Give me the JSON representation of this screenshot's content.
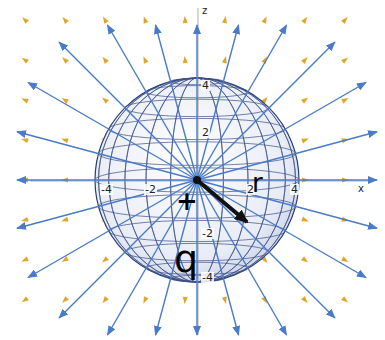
{
  "diagram": {
    "labels": [
      "z",
      "4",
      "2",
      "-4",
      "-2",
      "2",
      "4",
      "x",
      "-2",
      "-4",
      "+",
      "r",
      "q"
    ]
  }
}
